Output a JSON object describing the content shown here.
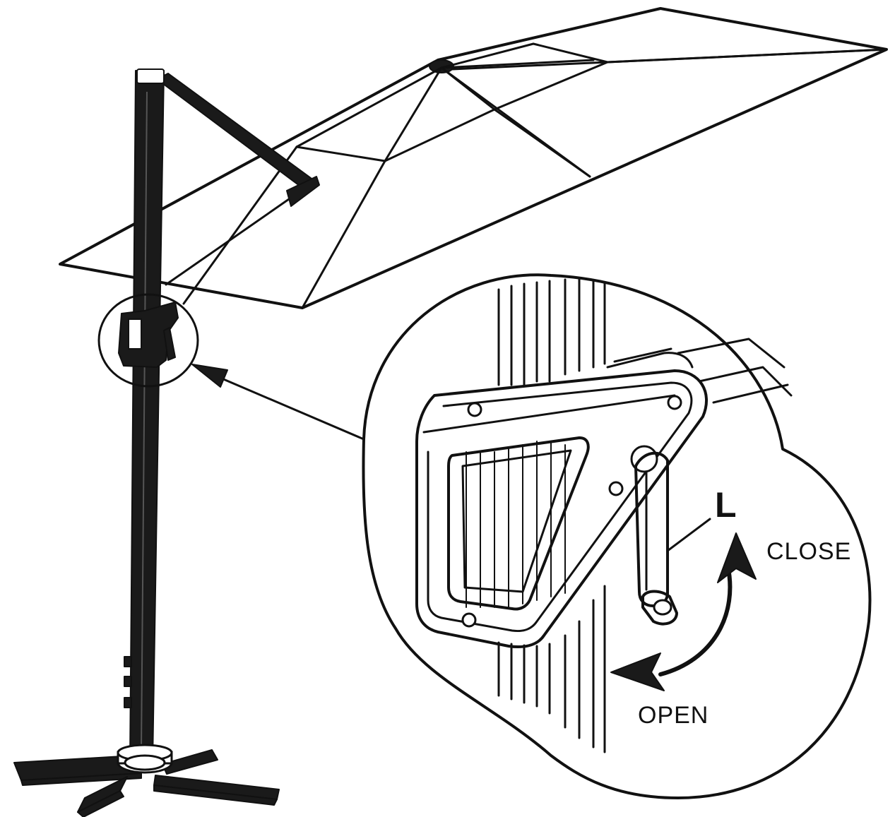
{
  "labels": {
    "lever": "L",
    "close": "CLOSE",
    "open": "OPEN"
  },
  "icons": {
    "close_direction": "arrow-up-icon",
    "open_direction": "arrow-left-icon"
  },
  "colors": {
    "line": "#111111",
    "background": "#ffffff"
  }
}
